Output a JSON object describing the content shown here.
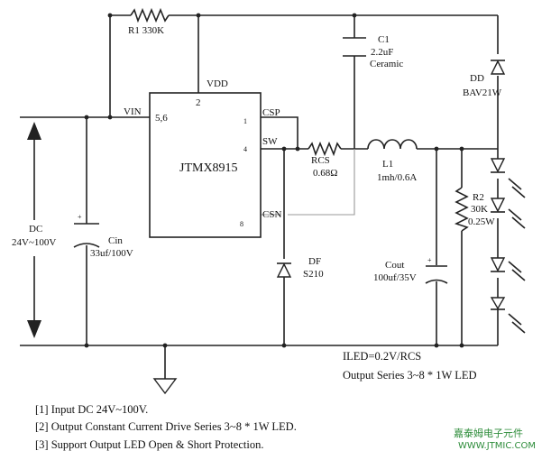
{
  "ic": {
    "name": "JTMX8915",
    "pin_vin_label": "VIN",
    "pin_vin_num": "5,6",
    "pin_vdd_label": "VDD",
    "pin_vdd_num": "2",
    "pin_csp_label": "CSP",
    "pin_csp_num": "1",
    "pin_sw_label": "SW",
    "pin_sw_num": "4",
    "pin_csn_label": "CSN",
    "pin_csn_num": "8"
  },
  "components": {
    "r1": "R1 330K",
    "c1_name": "C1",
    "c1_value": "2.2uF",
    "c1_type": "Ceramic",
    "dd_name": "DD",
    "dd_part": "BAV21W",
    "rcs_name": "RCS",
    "rcs_value": "0.68Ω",
    "l1_name": "L1",
    "l1_value": "1mh/0.6A",
    "r2_name": "R2",
    "r2_value1": "30K",
    "r2_value2": "0.25W",
    "dc_name": "DC",
    "dc_range": "24V~100V",
    "cin_name": "Cin",
    "cin_value": "33uf/100V",
    "df_name": "DF",
    "df_part": "S210",
    "cout_name": "Cout",
    "cout_value": "100uf/35V"
  },
  "formula": {
    "iled": "ILED=0.2V/RCS",
    "output": "Output Series 3~8 * 1W LED"
  },
  "notes": [
    "[1] Input DC 24V~100V.",
    "[2] Output Constant Current Drive Series 3~8 * 1W LED.",
    "[3] Support Output LED Open & Short Protection."
  ],
  "watermark": {
    "cn": "嘉泰姆电子元件",
    "url": "WWW.JTMIC.COM"
  }
}
